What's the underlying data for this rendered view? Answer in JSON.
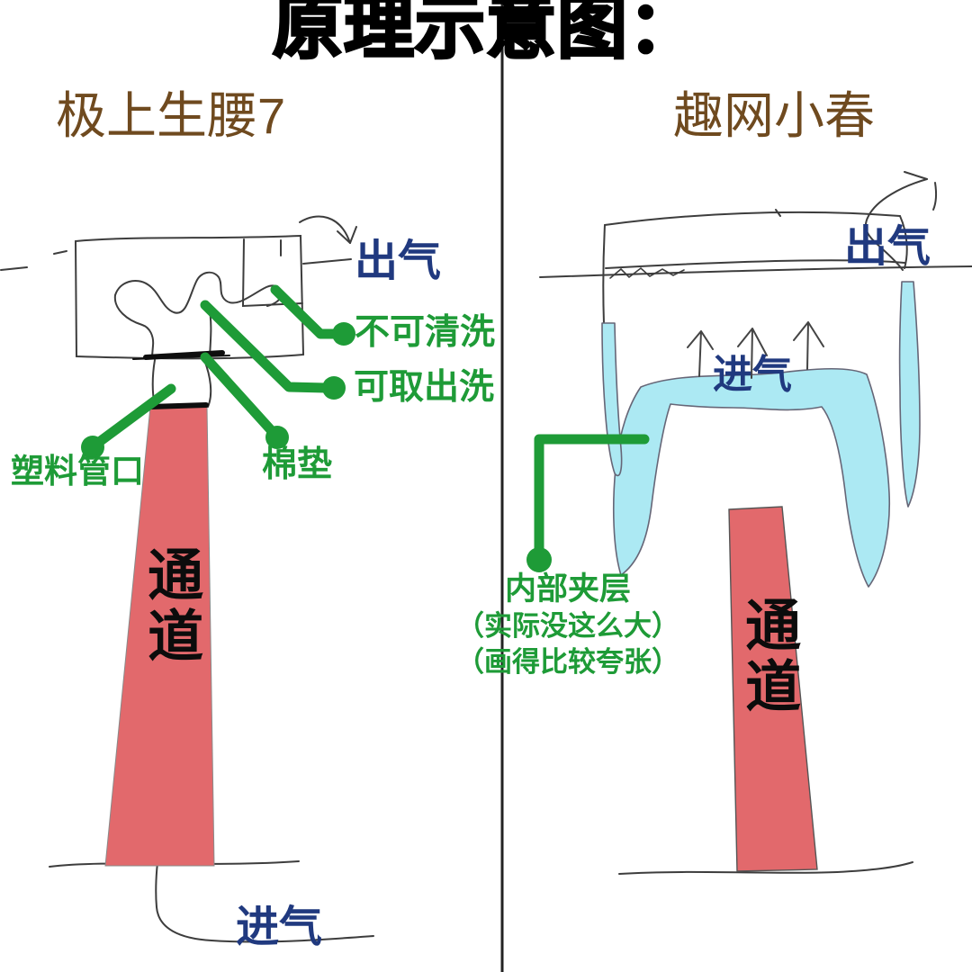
{
  "title": "原理示意图：",
  "left": {
    "product_name": "极上生腰7",
    "labels": {
      "outlet": "出气",
      "inlet": "进气",
      "channel": "通道",
      "not_washable": "不可清洗",
      "removable_wash": "可取出洗",
      "plastic_nozzle": "塑料管口",
      "cotton_pad": "棉垫"
    }
  },
  "right": {
    "product_name": "趣网小春",
    "labels": {
      "outlet": "出气",
      "inlet": "进气",
      "channel": "通道",
      "interlayer_line1": "内部夹层",
      "interlayer_line2": "（实际没这么大）",
      "interlayer_line3": "（画得比较夸张）"
    }
  },
  "colors": {
    "ink": "#3d3d3d",
    "title_black": "#000000",
    "brown": "#6f4a1f",
    "navy_blue": "#20397f",
    "green": "#1e9b37",
    "channel_red": "#e2696c",
    "interlayer_cyan": "#ace9f3",
    "divider": "#222222"
  }
}
